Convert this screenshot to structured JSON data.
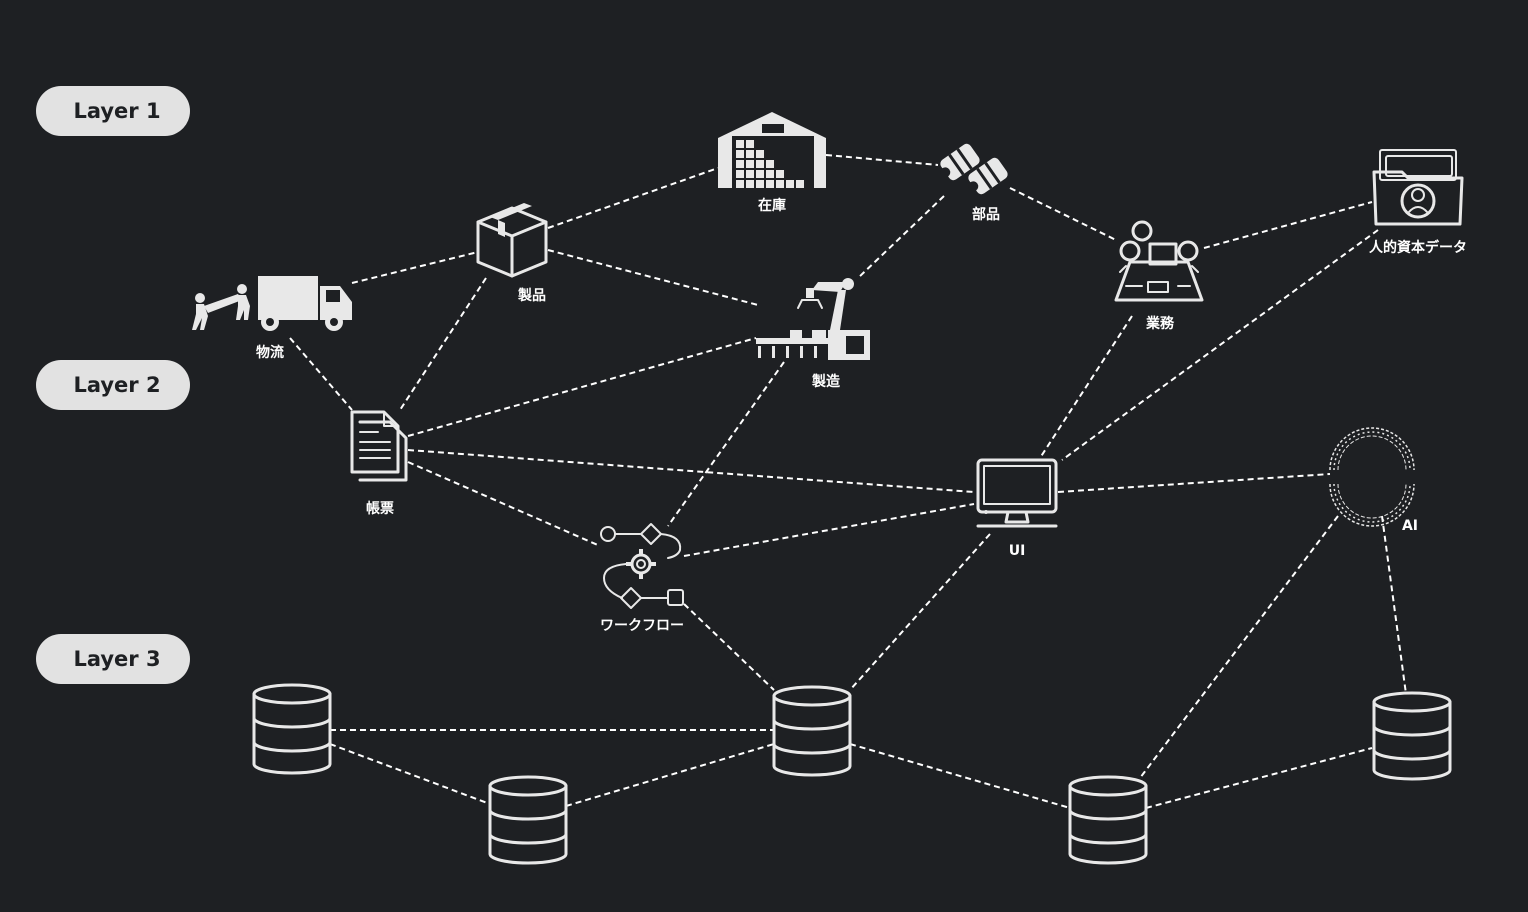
{
  "layers": [
    {
      "id": "layer1",
      "label": "Layer 1"
    },
    {
      "id": "layer2",
      "label": "Layer 2"
    },
    {
      "id": "layer3",
      "label": "Layer 3"
    }
  ],
  "nodes": [
    {
      "id": "inventory",
      "label": "在庫",
      "icon": "warehouse-icon"
    },
    {
      "id": "parts",
      "label": "部品",
      "icon": "parts-icon"
    },
    {
      "id": "product",
      "label": "製品",
      "icon": "box-icon"
    },
    {
      "id": "logistics",
      "label": "物流",
      "icon": "truck-icon"
    },
    {
      "id": "manufacturing",
      "label": "製造",
      "icon": "robot-arm-icon"
    },
    {
      "id": "business",
      "label": "業務",
      "icon": "meeting-icon"
    },
    {
      "id": "hr_data",
      "label": "人的資本データ",
      "icon": "folder-user-icon"
    },
    {
      "id": "forms",
      "label": "帳票",
      "icon": "document-icon"
    },
    {
      "id": "ui",
      "label": "UI",
      "icon": "monitor-icon"
    },
    {
      "id": "ai",
      "label": "AI",
      "icon": "ai-ring-icon"
    },
    {
      "id": "workflow",
      "label": "ワークフロー",
      "icon": "workflow-icon"
    },
    {
      "id": "db1",
      "label": "",
      "icon": "database-icon"
    },
    {
      "id": "db2",
      "label": "",
      "icon": "database-icon"
    },
    {
      "id": "db3",
      "label": "",
      "icon": "database-icon"
    },
    {
      "id": "db4",
      "label": "",
      "icon": "database-icon"
    },
    {
      "id": "db5",
      "label": "",
      "icon": "database-icon"
    }
  ],
  "edges": [
    [
      "logistics",
      "product"
    ],
    [
      "logistics",
      "forms"
    ],
    [
      "product",
      "inventory"
    ],
    [
      "product",
      "forms"
    ],
    [
      "product",
      "manufacturing"
    ],
    [
      "inventory",
      "parts"
    ],
    [
      "parts",
      "manufacturing"
    ],
    [
      "parts",
      "business"
    ],
    [
      "business",
      "hr_data"
    ],
    [
      "business",
      "ui"
    ],
    [
      "hr_data",
      "ui"
    ],
    [
      "forms",
      "manufacturing"
    ],
    [
      "forms",
      "ui"
    ],
    [
      "forms",
      "workflow"
    ],
    [
      "manufacturing",
      "workflow"
    ],
    [
      "workflow",
      "ui"
    ],
    [
      "ui",
      "ai"
    ],
    [
      "workflow",
      "db3"
    ],
    [
      "ui",
      "db3"
    ],
    [
      "db1",
      "db3"
    ],
    [
      "db1",
      "db2"
    ],
    [
      "db2",
      "db3"
    ],
    [
      "db3",
      "db4"
    ],
    [
      "db4",
      "db5"
    ],
    [
      "ai",
      "db4"
    ],
    [
      "ai",
      "db5"
    ]
  ]
}
